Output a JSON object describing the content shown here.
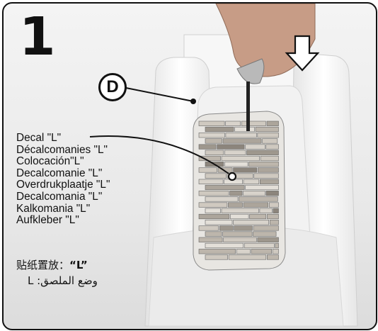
{
  "step_number": "1",
  "callout_letter": "D",
  "labels": [
    "Decal \"L\"",
    "Décalcomanies \"L\"",
    "Colocación\"L\"",
    "Decalcomanie \"L\"",
    "Overdrukplaatje \"L\"",
    "Decalcomania \"L\"",
    "Kalkomania \"L\"",
    "Aufkleber \"L\""
  ],
  "label_zh": {
    "text": "贴纸置放：",
    "quoted": "“L”"
  },
  "label_ar": "وضع الملصق: L",
  "colors": {
    "ink": "#111111",
    "frame": "#111111",
    "plastic": "#ffffff"
  }
}
